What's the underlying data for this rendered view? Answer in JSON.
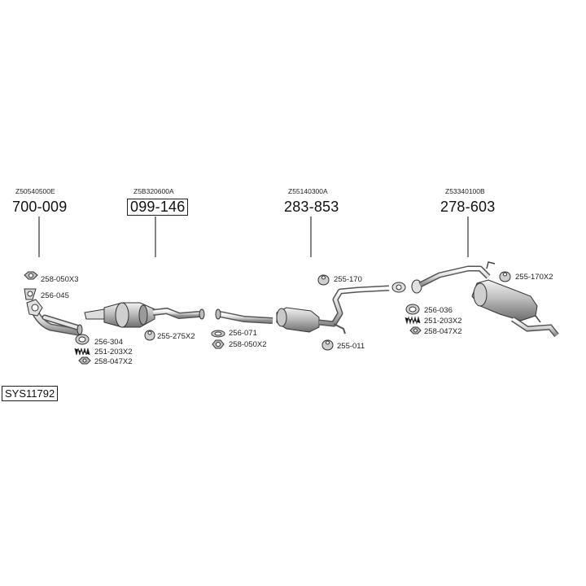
{
  "system_code": "SYS11792",
  "main_parts": [
    {
      "oem": "Z50540500E",
      "part": "700-009",
      "boxed": false
    },
    {
      "oem": "Z5B320600A",
      "part": "099-146",
      "boxed": true
    },
    {
      "oem": "Z55140300A",
      "part": "283-853",
      "boxed": false
    },
    {
      "oem": "Z53340100B",
      "part": "278-603",
      "boxed": false
    }
  ],
  "accessories": {
    "a1": "258-050X3",
    "a2": "256-045",
    "a3": "256-304",
    "a4": "251-203X2",
    "a5": "258-047X2",
    "a6": "255-275X2",
    "a7": "256-071",
    "a8": "258-050X2",
    "a9": "255-170",
    "a10": "255-011",
    "a11": "256-036",
    "a12": "251-203X2",
    "a13": "258-047X2",
    "a14": "255-170X2"
  },
  "icons": {
    "nut": "hex-nut-icon",
    "flange": "flange-plate-icon",
    "gasket": "gasket-ring-icon",
    "spring": "spring-icon",
    "hanger": "rubber-hanger-icon"
  }
}
